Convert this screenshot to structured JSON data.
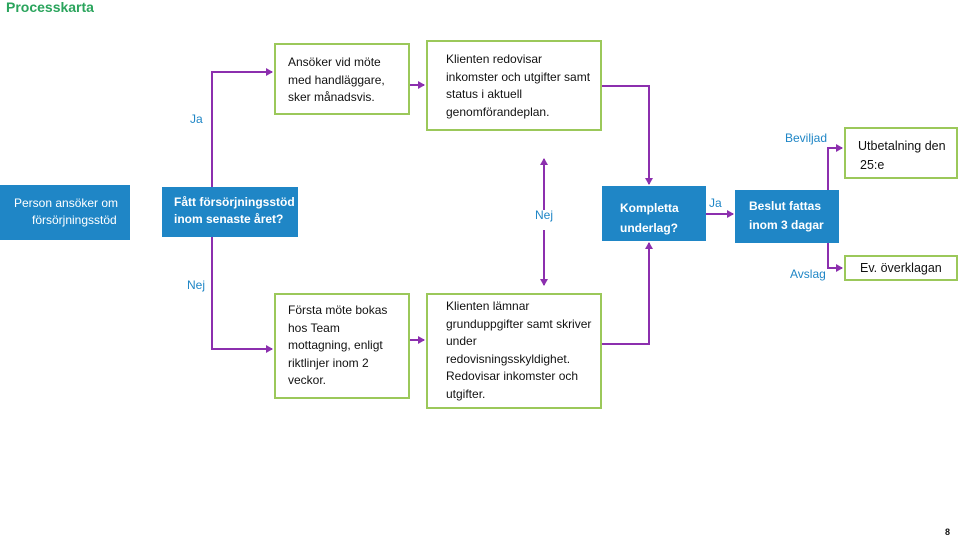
{
  "title": "Processkarta",
  "colors": {
    "accent_blue": "#1f86c6",
    "box_border": "#9bc85a",
    "arrow": "#8c2fae",
    "title_green": "#2aa45c"
  },
  "boxes": {
    "apply_meeting": [
      "Ansöker vid möte",
      "med handläggare,",
      "sker månadsvis."
    ],
    "report_income": [
      "Klienten redovisar",
      "inkomster och utgifter samt",
      "status i aktuell",
      "genomförandeplan."
    ],
    "payment": [
      "Utbetalning den",
      "25:e"
    ],
    "person_applies": [
      "Person ansöker om",
      "försörjningsstöd"
    ],
    "received_support": [
      "Fått försörjningsstöd",
      "inom senaste året?"
    ],
    "complete": [
      "Kompletta",
      "underlag?"
    ],
    "decision": [
      "Beslut fattas",
      "inom 3 dagar"
    ],
    "appeal": "Ev. överklagan",
    "first_meeting": [
      "Första möte bokas",
      "hos Team",
      "mottagning, enligt",
      "riktlinjer inom 2",
      "veckor."
    ],
    "submit_docs": [
      "Klienten lämnar",
      "grunduppgifter samt skriver",
      "under",
      "redovisningsskyldighet.",
      "Redovisar inkomster och",
      "utgifter."
    ]
  },
  "labels": {
    "ja_top": "Ja",
    "nej_bottom": "Nej",
    "nej_mid": "Nej",
    "ja_mid": "Ja",
    "beviljad": "Beviljad",
    "avslag": "Avslag"
  },
  "page_number": "8"
}
